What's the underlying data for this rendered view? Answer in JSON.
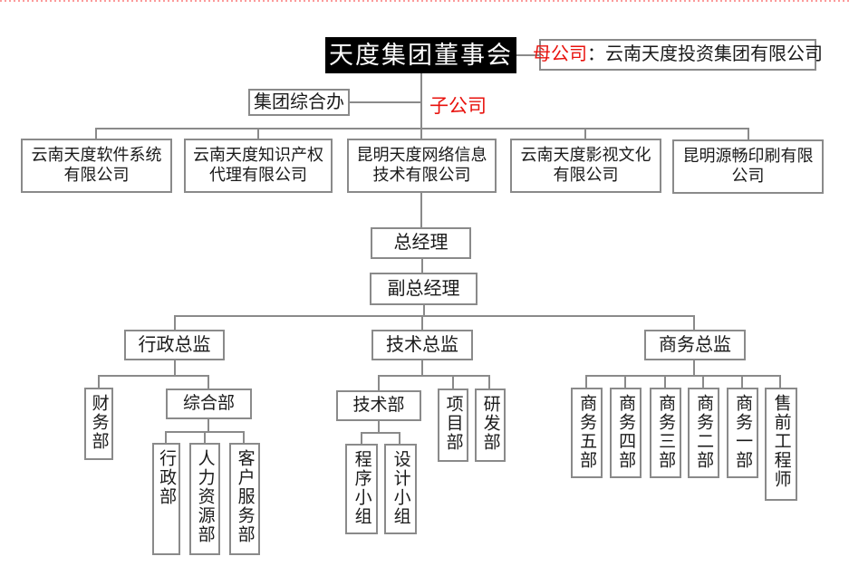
{
  "colors": {
    "accent_red": "#e8120d",
    "line_gray": "#8a8a8a",
    "board_bg": "#000000",
    "divider_pink": "#fb9b9b"
  },
  "board": {
    "label": "天度集团董事会"
  },
  "parent_company": {
    "label_red": "母公司",
    "label_rest": "：云南天度投资集团有限公司"
  },
  "group_office": {
    "label": "集团综合办"
  },
  "subsidiary_label": "子公司",
  "subsidiaries": [
    {
      "label": "云南天度软件系统\n有限公司"
    },
    {
      "label": "云南天度知识产权\n代理有限公司"
    },
    {
      "label": "昆明天度网络信息\n技术有限公司"
    },
    {
      "label": "云南天度影视文化\n有限公司"
    },
    {
      "label": "昆明源畅印刷有限\n公司"
    }
  ],
  "management": {
    "general_manager": {
      "label": "总经理"
    },
    "deputy_general_manager": {
      "label": "副总经理"
    }
  },
  "directors": {
    "admin": {
      "label": "行政总监"
    },
    "tech": {
      "label": "技术总监"
    },
    "business": {
      "label": "商务总监"
    }
  },
  "departments": {
    "finance": {
      "label": "财务部"
    },
    "general_affairs": {
      "label": "综合部"
    },
    "admin_dept": {
      "label": "行政部"
    },
    "human_resources": {
      "label": "人力资源部"
    },
    "customer_service": {
      "label": "客户服务部"
    },
    "tech_dept": {
      "label": "技术部"
    },
    "program_team": {
      "label": "程序小组"
    },
    "design_team": {
      "label": "设计小组"
    },
    "project_dept": {
      "label": "项目部"
    },
    "rnd_dept": {
      "label": "研发部"
    },
    "business_5": {
      "label": "商务五部"
    },
    "business_4": {
      "label": "商务四部"
    },
    "business_3": {
      "label": "商务三部"
    },
    "business_2": {
      "label": "商务二部"
    },
    "business_1": {
      "label": "商务一部"
    },
    "presales_engineer": {
      "label": "售前工程师"
    }
  }
}
